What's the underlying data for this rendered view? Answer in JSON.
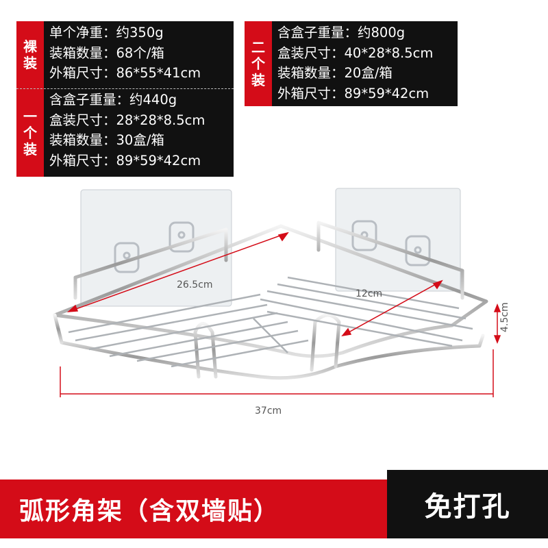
{
  "panels": {
    "bare": {
      "tag": [
        "裸",
        "装"
      ],
      "lines": [
        "单个净重：约350g",
        "装箱数量：68个/箱",
        "外箱尺寸：86*55*41cm"
      ]
    },
    "single_box": {
      "tag": [
        "一",
        "个",
        "装"
      ],
      "lines": [
        "含盒子重量：约440g",
        "盒装尺寸：28*28*8.5cm",
        "装箱数量：30盒/箱",
        "外箱尺寸：89*59*42cm"
      ]
    },
    "double_box": {
      "tag": [
        "二",
        "个",
        "装"
      ],
      "lines": [
        "含盒子重量：约800g",
        "盒装尺寸：40*28*8.5cm",
        "装箱数量：20盒/箱",
        "外箱尺寸：89*59*42cm"
      ]
    }
  },
  "dimensions": {
    "length_inner": "26.5cm",
    "depth": "12cm",
    "height": "4.5cm",
    "length_outer": "37cm"
  },
  "banner": {
    "title": "弧形角架（含双墙贴）",
    "badge": "免打孔"
  },
  "colors": {
    "accent_red": "#d40c18",
    "panel_black": "#111111",
    "dimension_line": "#d40c18"
  }
}
